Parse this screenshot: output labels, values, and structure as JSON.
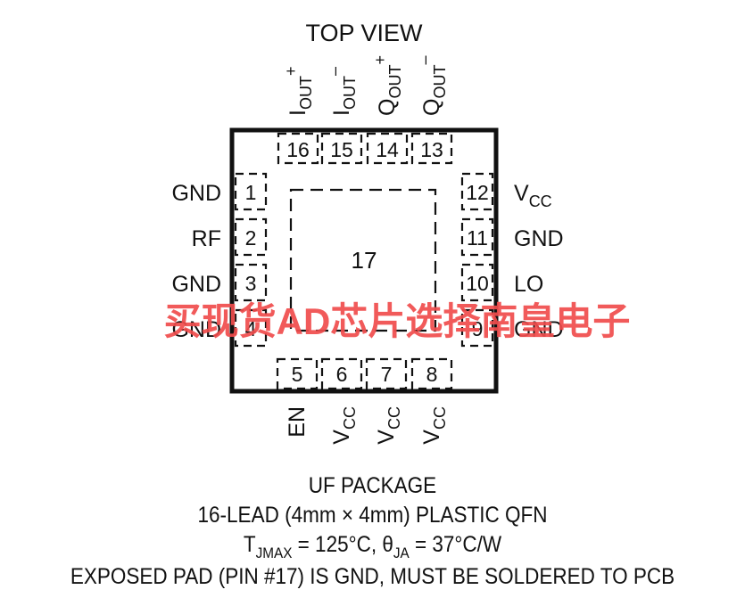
{
  "title": "TOP VIEW",
  "exposed_pad": {
    "number": "17"
  },
  "pins_top": [
    {
      "number": "16",
      "label": "I",
      "label_sub": "OUT",
      "label_sup": "+"
    },
    {
      "number": "15",
      "label": "I",
      "label_sub": "OUT",
      "label_sup": "–"
    },
    {
      "number": "14",
      "label": "Q",
      "label_sub": "OUT",
      "label_sup": "+"
    },
    {
      "number": "13",
      "label": "Q",
      "label_sub": "OUT",
      "label_sup": "–"
    }
  ],
  "pins_left": [
    {
      "number": "1",
      "label": "GND"
    },
    {
      "number": "2",
      "label": "RF"
    },
    {
      "number": "3",
      "label": "GND"
    },
    {
      "number": "4",
      "label": "GND"
    }
  ],
  "pins_right": [
    {
      "number": "12",
      "label": "V",
      "label_sub": "CC"
    },
    {
      "number": "11",
      "label": "GND",
      "label_sub": ""
    },
    {
      "number": "10",
      "label": "LO",
      "label_sub": ""
    },
    {
      "number": "9",
      "label": "GND",
      "label_sub": ""
    }
  ],
  "pins_bottom": [
    {
      "number": "5",
      "label": "EN",
      "label_sub": ""
    },
    {
      "number": "6",
      "label": "V",
      "label_sub": "CC"
    },
    {
      "number": "7",
      "label": "V",
      "label_sub": "CC"
    },
    {
      "number": "8",
      "label": "V",
      "label_sub": "CC"
    }
  ],
  "package": {
    "line1": "UF PACKAGE",
    "line2": "16-LEAD (4mm × 4mm) PLASTIC QFN",
    "line3_t": "T",
    "line3_t_sub": "JMAX",
    "line3_mid": " = 125°C, θ",
    "line3_theta_sub": "JA",
    "line3_end": " = 37°C/W",
    "line4": "EXPOSED PAD (PIN #17) IS GND, MUST BE SOLDERED TO PCB"
  },
  "watermark": {
    "text": "买现货AD芯片选择南皇电子",
    "color": "#f04d4d"
  }
}
